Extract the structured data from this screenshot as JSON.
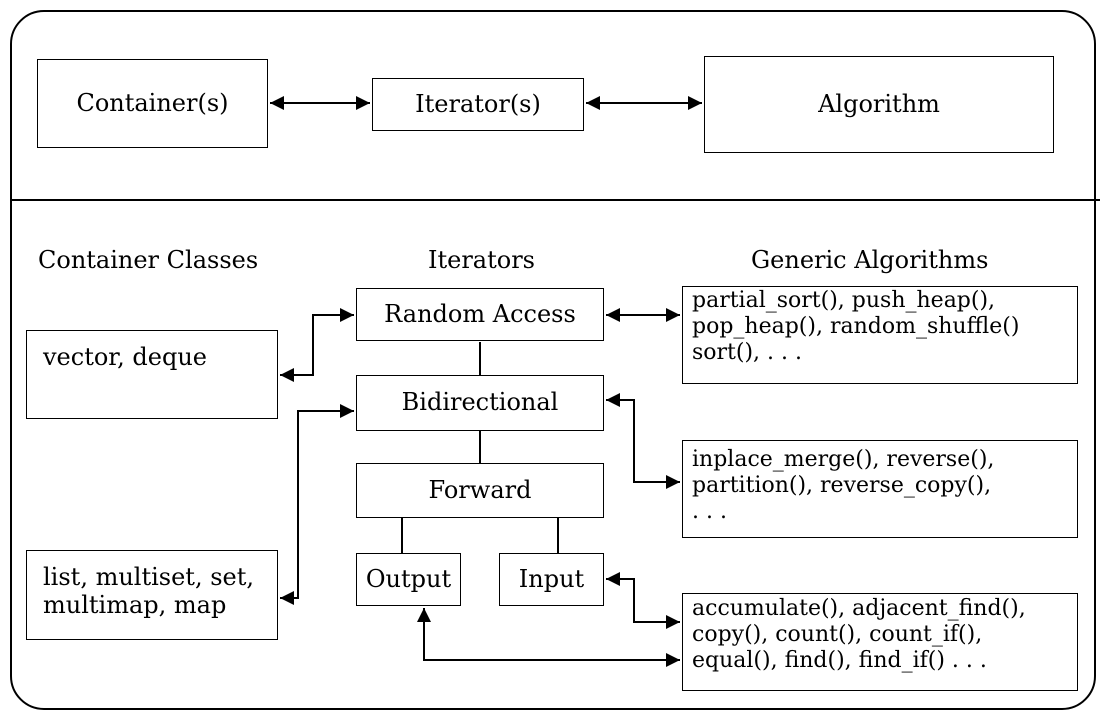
{
  "top_row": {
    "container": "Container(s)",
    "iterator": "Iterator(s)",
    "algorithm": "Algorithm"
  },
  "headings": {
    "containers": "Container Classes",
    "iterators": "Iterators",
    "algorithms": "Generic Algorithms"
  },
  "containers": {
    "random_access": "vector, deque",
    "bidirectional": [
      "list, multiset, set,",
      "multimap, map"
    ]
  },
  "iterators": {
    "random_access": "Random Access",
    "bidirectional": "Bidirectional",
    "forward": "Forward",
    "output": "Output",
    "input": "Input"
  },
  "algorithms": {
    "random_access": [
      "partial_sort(), push_heap(),",
      "pop_heap(), random_shuffle()",
      "sort(), . . ."
    ],
    "bidirectional": [
      "inplace_merge(), reverse(),",
      "partition(), reverse_copy(),",
      ". . ."
    ],
    "input_output": [
      "accumulate(), adjacent_find(),",
      "copy(), count(), count_if(),",
      "equal(), find(), find_if() . . ."
    ]
  }
}
